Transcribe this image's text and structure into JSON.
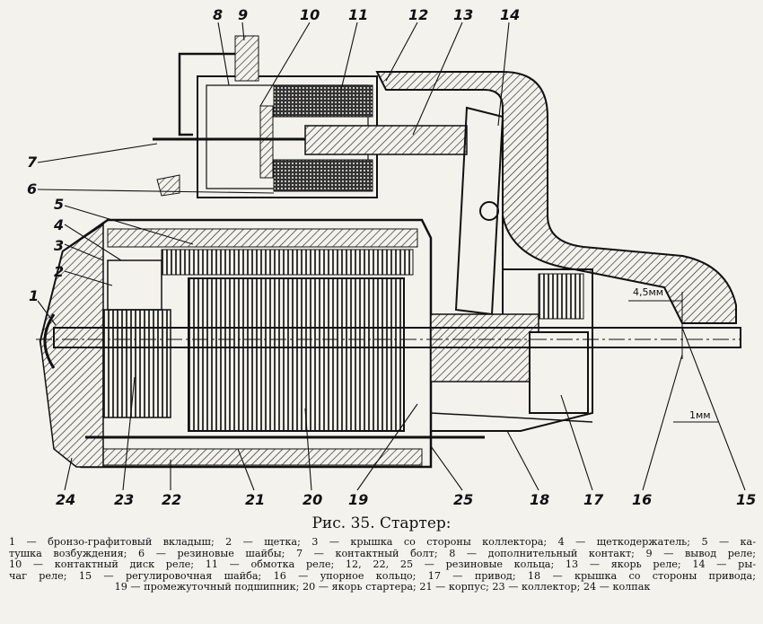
{
  "figure": {
    "callout_numbers": [
      "1",
      "2",
      "3",
      "4",
      "5",
      "6",
      "7",
      "8",
      "9",
      "10",
      "11",
      "12",
      "13",
      "14",
      "15",
      "16",
      "17",
      "18",
      "19",
      "20",
      "21",
      "22",
      "23",
      "24",
      "25"
    ],
    "dimensions": [
      "4,5мм",
      "1мм"
    ],
    "caption": "Рис. 35. Стартер:",
    "legend_lines": [
      "1 — бронзо-графитовый вкладыш; 2 — щетка; 3 — крышка со стороны коллектора; 4 — щеткодержатель; 5 — ка-",
      "тушка возбуждения; 6 — резиновые шайбы; 7 — контактный болт; 8 — дополнительный контакт; 9 — вывод реле;",
      "10 — контактный диск реле; 11 — обмотка реле; 12, 22, 25 — резиновые кольца; 13 — якорь реле; 14 — ры-",
      "чаг реле; 15 — регулировочная шайба; 16 — упорное кольцо; 17 — привод; 18 — крышка со стороны привода;",
      "19 — промежуточный подшипник; 20 — якорь стартера; 21 — корпус; 23 — коллектор; 24 — колпак"
    ]
  }
}
